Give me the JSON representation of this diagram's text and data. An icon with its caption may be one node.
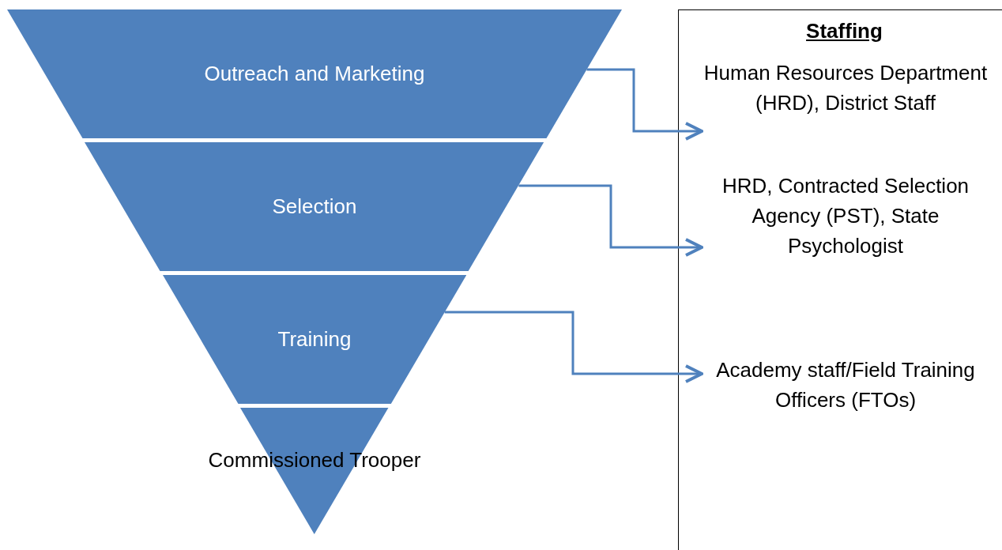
{
  "diagram": {
    "nodes": [
      {
        "text": [
          "Outreach and Marketing"
        ]
      },
      {
        "text": [
          "Selection"
        ]
      },
      {
        "text": [
          "Training"
        ]
      },
      {
        "text": [
          "Commissioned Trooper"
        ]
      },
      {
        "text": [
          "Staffing"
        ]
      },
      {
        "text": [
          "Human Resources Department (HRD), District Staff"
        ],
        "in": 4
      },
      {
        "text": [
          "HRD, Contracted Selection Agency (PST), State Psychologist"
        ],
        "in": 4
      },
      {
        "text": [
          "Academy staff/Field Training Officers (FTOs)"
        ],
        "in": 4
      }
    ],
    "edges": [
      {
        "from": 0,
        "to": 5,
        "arrow": "to"
      },
      {
        "from": 1,
        "to": 6,
        "arrow": "to"
      },
      {
        "from": 2,
        "to": 7,
        "arrow": "to"
      }
    ]
  }
}
